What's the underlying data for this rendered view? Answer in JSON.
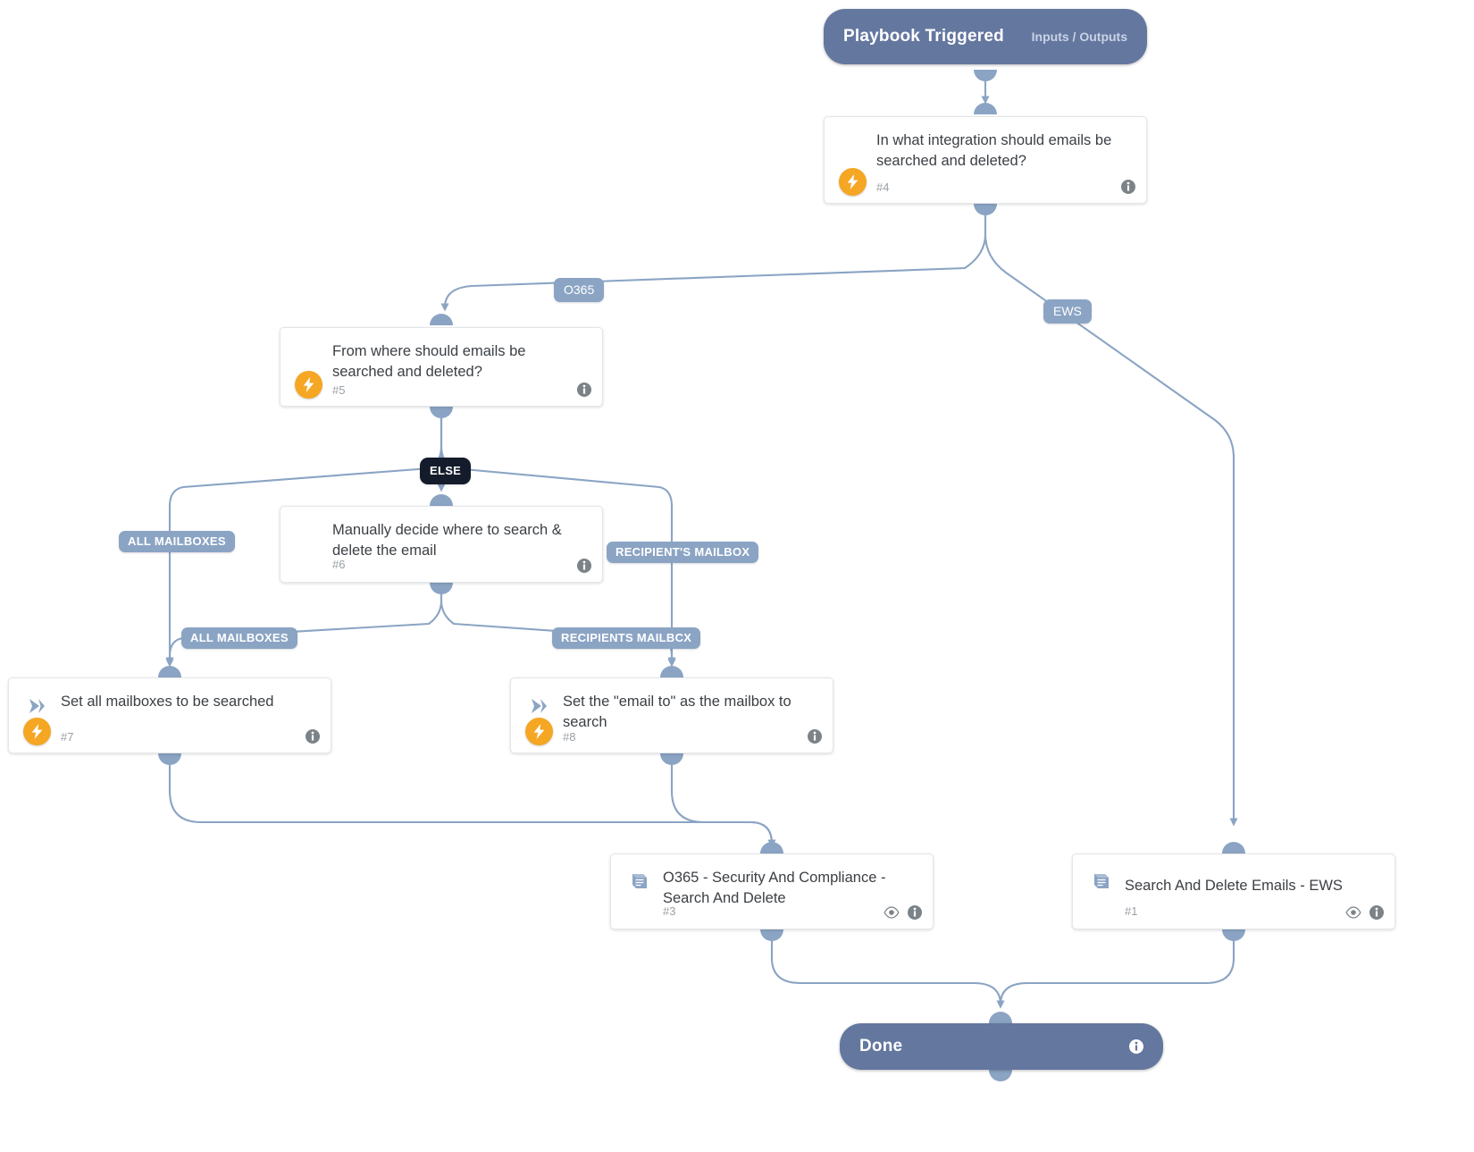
{
  "diagram": {
    "type": "playbook-flow",
    "title": "Search And Delete Emails playbook flow"
  },
  "nodes": [
    {
      "id": "trigger",
      "kind": "terminal",
      "title": "Playbook Triggered",
      "right_label": "Inputs / Outputs"
    },
    {
      "id": "n4",
      "kind": "condition",
      "title": "In what integration should emails be searched and deleted?",
      "number": "#4",
      "icon": "diamond-icon",
      "has_bolt": true,
      "has_eye": false,
      "has_info": true
    },
    {
      "id": "n5",
      "kind": "condition",
      "title": "From where should emails be searched and deleted?",
      "number": "#5",
      "icon": "diamond-icon",
      "has_bolt": true,
      "has_eye": false,
      "has_info": true
    },
    {
      "id": "n6",
      "kind": "condition",
      "title": "Manually decide where to search & delete the email",
      "number": "#6",
      "icon": "diamond-icon",
      "has_bolt": false,
      "has_eye": false,
      "has_info": true
    },
    {
      "id": "n7",
      "kind": "task",
      "title": "Set all mailboxes to be searched",
      "number": "#7",
      "icon": "chevron-right-icon",
      "has_bolt": true,
      "has_eye": false,
      "has_info": true
    },
    {
      "id": "n8",
      "kind": "task",
      "title": "Set the \"email to\" as the mailbox to search",
      "number": "#8",
      "icon": "chevron-right-icon",
      "has_bolt": true,
      "has_eye": false,
      "has_info": true
    },
    {
      "id": "n3",
      "kind": "subplaybook",
      "title": "O365 - Security And Compliance - Search And Delete",
      "number": "#3",
      "icon": "book-icon",
      "has_bolt": false,
      "has_eye": true,
      "has_info": true
    },
    {
      "id": "n1",
      "kind": "subplaybook",
      "title": "Search And Delete Emails - EWS",
      "number": "#1",
      "icon": "book-icon",
      "has_bolt": false,
      "has_eye": true,
      "has_info": true
    },
    {
      "id": "done",
      "kind": "terminal",
      "title": "Done",
      "right_label": ""
    }
  ],
  "edge_labels": [
    {
      "id": "lbl-o365",
      "text": "O365",
      "style": "light"
    },
    {
      "id": "lbl-ews",
      "text": "EWS",
      "style": "light"
    },
    {
      "id": "lbl-else",
      "text": "ELSE",
      "style": "dark"
    },
    {
      "id": "lbl-all-mailboxes-1",
      "text": "ALL MAILBOXES",
      "style": "light"
    },
    {
      "id": "lbl-recipients-mailbox-1",
      "text": "RECIPIENT'S MAILBOX",
      "style": "light"
    },
    {
      "id": "lbl-all-mailboxes-2",
      "text": "ALL MAILBOXES",
      "style": "light"
    },
    {
      "id": "lbl-recipients-mailbox-2",
      "text": "RECIPIENTS MAILBCX",
      "style": "light"
    }
  ],
  "colors": {
    "terminal_fill": "#64779f",
    "edge_stroke": "#8ba4c4",
    "label_fill": "#8ba4c4",
    "label_dark_fill": "#141c2b",
    "bolt_fill": "#f5a623",
    "card_bg": "#ffffff",
    "canvas_bg": "#ffffff",
    "text_dark": "#3b3f44",
    "text_muted": "#9aa0a6"
  }
}
